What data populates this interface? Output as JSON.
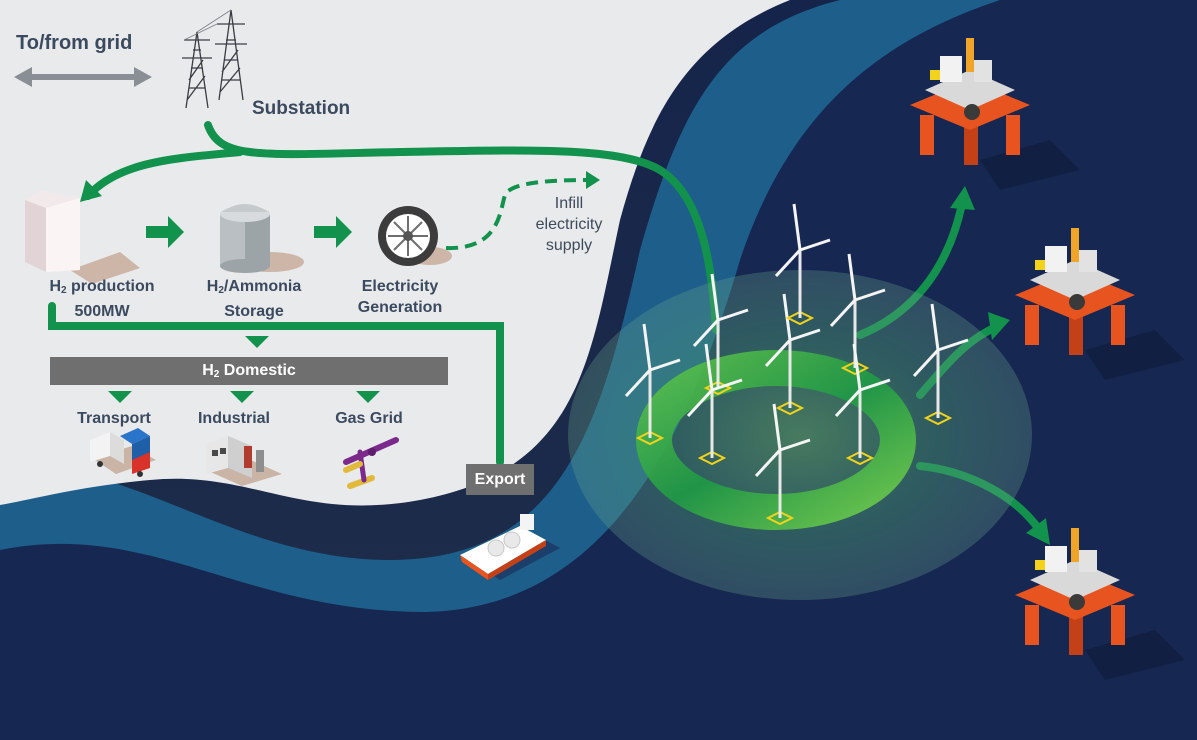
{
  "labels": {
    "grid": "To/from grid",
    "substation": "Substation",
    "h2_production": {
      "sub": "2",
      "rest": " production",
      "line2": "500MW"
    },
    "ammonia": {
      "sub": "2",
      "rest": "/Ammonia",
      "line2": "Storage"
    },
    "electricity": {
      "line1": "Electricity",
      "line2": "Generation"
    },
    "infill": {
      "line1": "Infill",
      "line2": "electricity",
      "line3": "supply"
    },
    "domestic": {
      "sub": "2",
      "rest": " Domestic"
    },
    "transport": "Transport",
    "industrial": "Industrial",
    "gas_grid": "Gas Grid",
    "export": "Export"
  },
  "colors": {
    "land": "#e9eaec",
    "sea_band": "#1d5f8a",
    "ocean": "#1c2b4d",
    "flow": "#12924c",
    "grey_arrow": "#8a8f96",
    "label": "#3b4a5e",
    "bar": "#6f6f6f",
    "platform_red": "#e8541f",
    "turbine_yellow": "#f2d21b"
  },
  "icons": {
    "pylons": "substation-pylon-icon",
    "h2_plant": "hydrogen-production-building-icon",
    "storage": "storage-tank-icon",
    "generator": "turbine-generator-icon",
    "transport": "trucks-icon",
    "industrial": "factory-icon",
    "gas_grid": "gas-pipe-icon",
    "ship": "tanker-ship-icon",
    "wind_farm": "offshore-wind-farm",
    "platform": "offshore-platform-icon"
  }
}
